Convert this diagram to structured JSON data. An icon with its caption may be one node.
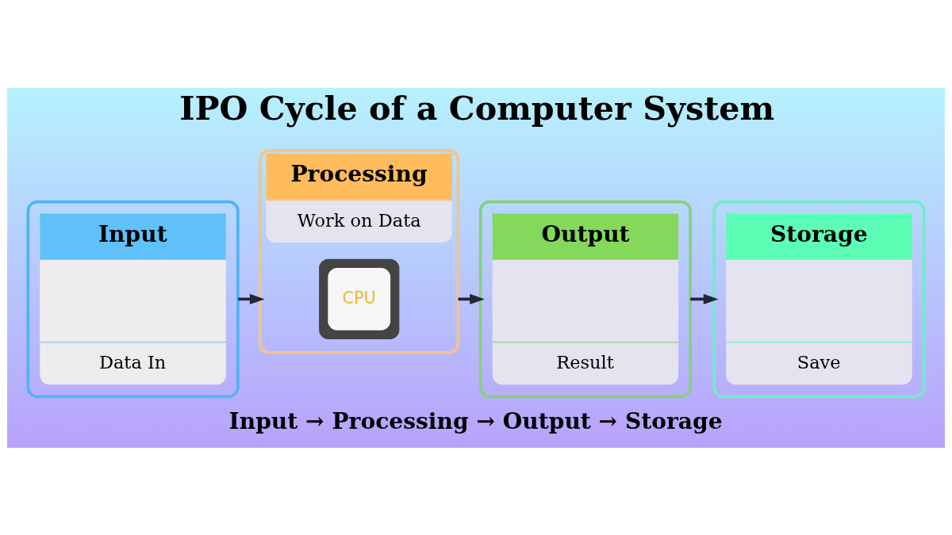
{
  "diagram": {
    "title": "IPO Cycle of a Computer System",
    "caption": "Input → Processing → Output → Storage",
    "nodes": [
      {
        "text": [
          "Input",
          "Data In"
        ]
      },
      {
        "text": [
          "Processing",
          "Work on Data"
        ]
      },
      {
        "text": [
          "CPU"
        ],
        "in": 1
      },
      {
        "text": [
          "Output",
          "Result"
        ]
      },
      {
        "text": [
          "Storage",
          "Save"
        ]
      }
    ],
    "edges": [
      {
        "from": 0,
        "to": 1,
        "arrow": "to"
      },
      {
        "from": 1,
        "to": 3,
        "arrow": "to"
      },
      {
        "from": 3,
        "to": 4,
        "arrow": "to"
      }
    ]
  }
}
